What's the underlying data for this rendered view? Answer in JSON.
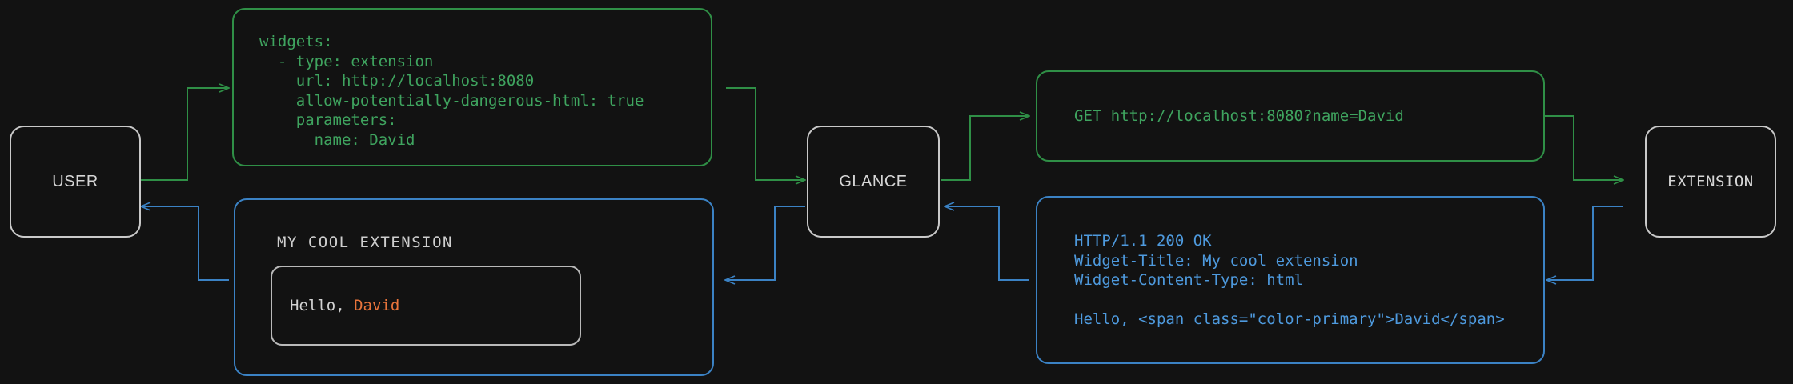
{
  "diagram": {
    "background_color": "#121212",
    "colors": {
      "request_green": "#3fa45f",
      "request_border": "#2f8f46",
      "response_blue": "#4e9ade",
      "response_border": "#3b82c4",
      "node_border": "#c9c9c9",
      "node_text": "#d6d6d6",
      "accent_orange": "#e8743b"
    },
    "nodes": [
      {
        "id": "user",
        "label": "USER"
      },
      {
        "id": "glance",
        "label": "GLANCE"
      },
      {
        "id": "extension",
        "label": "EXTENSION"
      }
    ],
    "panels": {
      "config": {
        "flow": "request",
        "lines": [
          "widgets:",
          "  - type: extension",
          "    url: http://localhost:8080",
          "    allow-potentially-dangerous-html: true",
          "    parameters:",
          "      name: David"
        ]
      },
      "http_request": {
        "flow": "request",
        "lines": [
          "GET http://localhost:8080?name=David"
        ]
      },
      "http_response": {
        "flow": "response",
        "lines": [
          "HTTP/1.1 200 OK",
          "Widget-Title: My cool extension",
          "Widget-Content-Type: html",
          "",
          "Hello, <span class=\"color-primary\">David</span>"
        ]
      },
      "rendered_widget": {
        "flow": "response",
        "title": "MY COOL EXTENSION",
        "body_prefix": "Hello, ",
        "body_accent": "David"
      }
    },
    "edges": [
      {
        "id": "user-to-config",
        "flow": "request",
        "from": "user",
        "to": "config"
      },
      {
        "id": "config-to-glance",
        "flow": "request",
        "from": "config",
        "to": "glance"
      },
      {
        "id": "glance-to-request",
        "flow": "request",
        "from": "glance",
        "to": "http_request"
      },
      {
        "id": "request-to-extension",
        "flow": "request",
        "from": "http_request",
        "to": "extension"
      },
      {
        "id": "extension-to-response",
        "flow": "response",
        "from": "extension",
        "to": "http_response"
      },
      {
        "id": "response-to-glance",
        "flow": "response",
        "from": "http_response",
        "to": "glance"
      },
      {
        "id": "glance-to-widget",
        "flow": "response",
        "from": "glance",
        "to": "rendered_widget"
      },
      {
        "id": "widget-to-user",
        "flow": "response",
        "from": "rendered_widget",
        "to": "user"
      }
    ]
  }
}
